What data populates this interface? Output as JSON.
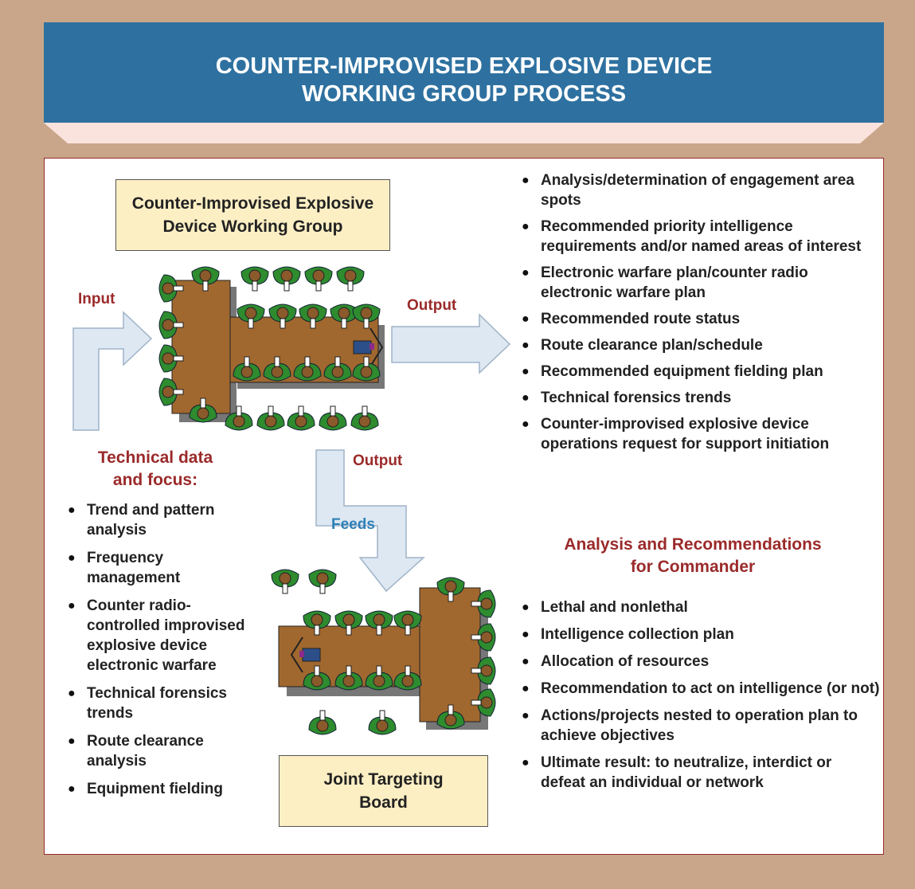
{
  "title": "COUNTER-IMPROVISED EXPLOSIVE DEVICE WORKING GROUP PROCESS",
  "title_lines": [
    "COUNTER-IMPROVISED EXPLOSIVE DEVICE",
    "WORKING GROUP PROCESS"
  ],
  "working_group_box": [
    "Counter-Improvised Explosive",
    "Device Working Group"
  ],
  "targeting_box": [
    "Joint Targeting",
    "Board"
  ],
  "labels": {
    "input": "Input",
    "output_right": "Output",
    "output_down": "Output",
    "feeds": "Feeds"
  },
  "technical": {
    "heading": [
      "Technical data",
      "and focus:"
    ],
    "items": [
      "Trend and pattern analysis",
      "Frequency management",
      "Counter radio-controlled improvised explosive device electronic warfare",
      "Technical forensics trends",
      "Route clearance analysis",
      "Equipment fielding"
    ]
  },
  "outputs": {
    "items": [
      "Analysis/determination of engagement area spots",
      "Recommended priority intelligence requirements and/or named areas of interest",
      "Electronic warfare plan/counter radio electronic warfare plan",
      "Recommended route status",
      "Route clearance plan/schedule",
      "Recommended equipment fielding plan",
      "Technical forensics trends",
      "Counter-improvised explosive device operations request for support initiation"
    ]
  },
  "analysis": {
    "heading": [
      "Analysis and Recommendations",
      "for Commander"
    ],
    "items": [
      "Lethal and nonlethal",
      "Intelligence collection plan",
      "Allocation of resources",
      "Recommendation to act on intelligence (or not)",
      "Actions/projects nested to operation plan to achieve objectives",
      "Ultimate result: to neutralize, interdict or defeat an individual or network"
    ]
  },
  "colors": {
    "banner": "#2e71a0",
    "background": "#c9a68a",
    "accent_red": "#9b2a2a",
    "accent_blue": "#2f7fb6",
    "box_fill": "#fcefc4",
    "table": "#a0682f",
    "chair": "#2e8b2e"
  }
}
